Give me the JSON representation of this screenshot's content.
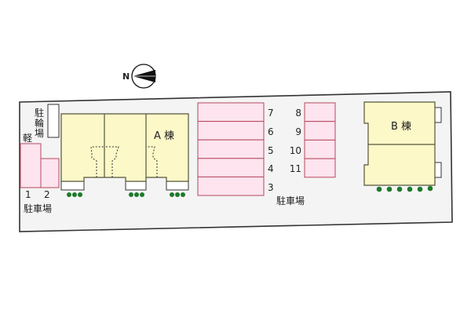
{
  "compass": {
    "north_label": "N",
    "icon": "north-arrow-icon"
  },
  "colors": {
    "background": "#ffffff",
    "site_fill": "#f4f4f4",
    "site_stroke": "#333333",
    "building_fill": "#fdf8c8",
    "building_stroke": "#55553a",
    "parking_fill": "#fde4ee",
    "parking_stroke": "#b5485f",
    "tree": "#1e7a2a",
    "balcony_fill": "#ffffff"
  },
  "labels": {
    "bicycle_parking": "駐輪場",
    "light_vehicle": "軽",
    "parking_left": "駐車場",
    "parking_center": "駐車場",
    "building_a": "A 棟",
    "building_b": "B 棟"
  },
  "parking": {
    "left_spots": [
      "1",
      "2"
    ],
    "center_column": [
      "7",
      "6",
      "5",
      "4",
      "3"
    ],
    "right_column": [
      "8",
      "9",
      "10",
      "11"
    ]
  },
  "trees": {
    "building_a_groups": 3,
    "building_a_per_group": 3,
    "building_b_count": 6
  }
}
